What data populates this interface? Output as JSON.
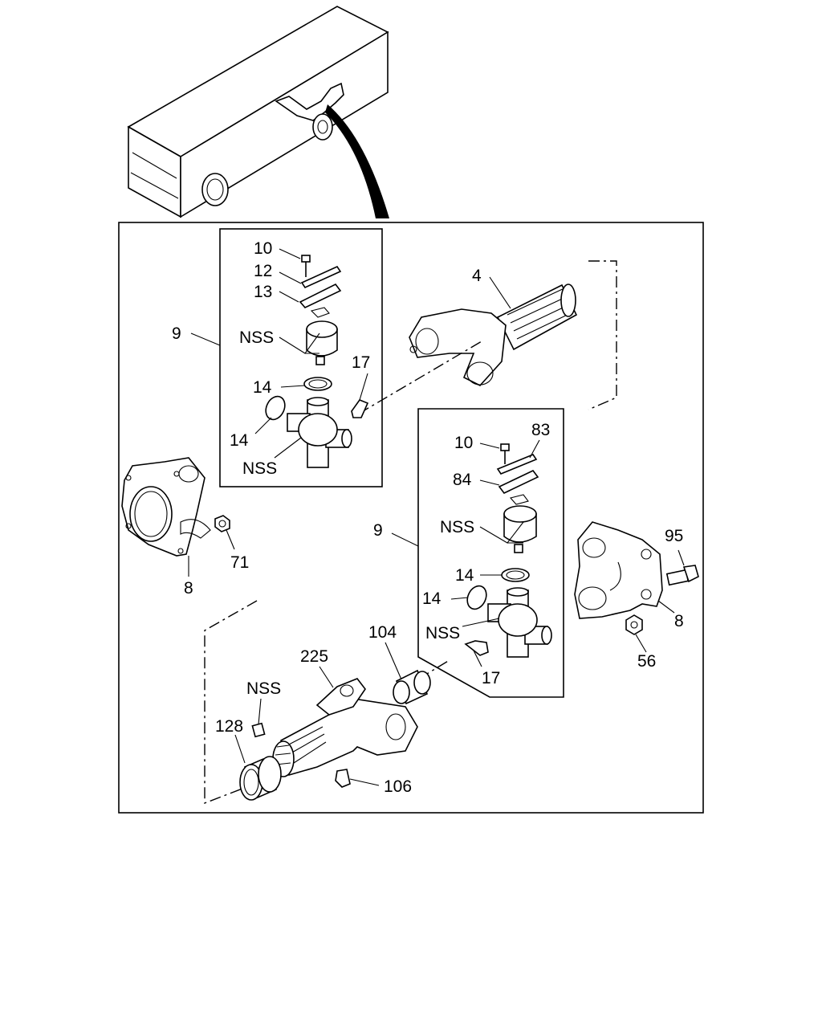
{
  "callouts": {
    "c10a": "10",
    "c12": "12",
    "c13": "13",
    "c9a": "9",
    "cNSSa": "NSS",
    "c4": "4",
    "c17a": "17",
    "c14a": "14",
    "c14b": "14",
    "cNSSb": "NSS",
    "c10b": "10",
    "c83": "83",
    "c84": "84",
    "c9b": "9",
    "cNSSc": "NSS",
    "c71": "71",
    "c8a": "8",
    "c95": "95",
    "c8b": "8",
    "c56": "56",
    "c14c": "14",
    "c14d": "14",
    "cNSSd": "NSS",
    "c104": "104",
    "c225": "225",
    "c17b": "17",
    "cNSSe": "NSS",
    "c128": "128",
    "c106": "106"
  }
}
